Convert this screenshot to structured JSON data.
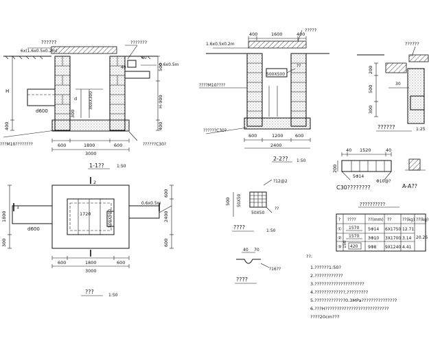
{
  "views": {
    "section_1": {
      "top_label_1": "??????",
      "top_label_2": "6x(1.6x0.5x0.2m)",
      "top_label_3": "???????",
      "top_label_4": "0.6x0.5m",
      "dim_h": "H",
      "dim_500": "500",
      "dim_h900": "H-900",
      "dim_400a": "400",
      "dim_400b": "400",
      "dim_300": "300",
      "dim_d": "d",
      "dim_40": "40",
      "dim_4": "40",
      "pipe": "d600",
      "mid_label": "300X300",
      "bottom_left": "???M10????????",
      "bottom_right": "??????C30?",
      "dims_bottom": [
        "600",
        "1800",
        "600"
      ],
      "dim_total": "3000",
      "title": "1-1??",
      "scale": "1:50"
    },
    "section_2": {
      "top_dims": [
        "400",
        "1600",
        "400"
      ],
      "top_label_1": "?????",
      "top_label_2": "1.6x0.5x0.2m",
      "mid_label_1": "??",
      "mid_label_2": "500X500",
      "left_label": "????M10????",
      "bottom_left": "??????C30?",
      "dims_bottom": [
        "600",
        "1200",
        "600"
      ],
      "dim_total": "2400",
      "title": "2-2??",
      "scale": "1:50"
    },
    "detail_top_right": {
      "label_1": "??????",
      "dim_200": "200",
      "dim_500": "500",
      "dim_300": "300",
      "dim_3": "30",
      "title": "??????",
      "scale": "1:25"
    },
    "beam_detail": {
      "dims_top": [
        "40",
        "1520",
        "40"
      ],
      "dim_200": "200",
      "label_1": "5Φ14",
      "label_2": "Φ10@?",
      "title_1": "C30????????",
      "title_2": "A-A??"
    },
    "plan": {
      "dim_1800": "1800",
      "dim_300": "300",
      "dim_600a": "600",
      "dim_2400": "2400",
      "dim_600b": "600",
      "dim_1720": "1720",
      "label_mid": "500X500",
      "pipe": "d600",
      "right_label": "0.6x0.5m",
      "section_mark": "1",
      "section_mark_2": "2",
      "dims_bottom": [
        "600",
        "1800",
        "600"
      ],
      "dim_total": "3000",
      "title": "???",
      "scale": "1:50"
    },
    "ladder_detail": {
      "top_label": "?12@2",
      "dim_500": "500",
      "dim_50": "50X50",
      "bottom_label": "50X50",
      "note": "??",
      "title": "????",
      "scale": "1:50"
    },
    "hook_detail": {
      "dim_40": "40",
      "dim_70": "70",
      "label": "?16??",
      "title": "????"
    },
    "rebar_table": {
      "title": "??????????",
      "headers": [
        "?",
        "????",
        "??(mm)",
        "??",
        "??(kg)",
        "??(kg)"
      ],
      "rows": [
        {
          "no": "①",
          "shape_dim": "1570",
          "dia": "5Φ14",
          "count_len": "6X1750",
          "weight": "12.71",
          "total": "20.26"
        },
        {
          "no": "②",
          "shape_dim": "1570",
          "dia": "3Φ10",
          "count_len": "3X1700",
          "weight": "3.14",
          "total": ""
        },
        {
          "no": "③",
          "shape_dim": "420",
          "dia": "9Φ8",
          "count_len": "9X1240",
          "weight": "4.41",
          "total": ""
        }
      ],
      "side_dim": "150"
    },
    "notes": {
      "heading": "??:",
      "items": [
        "1.??????1:50?",
        "2.????????????",
        "3.?????????????????????",
        "4.?????????????,?????????",
        "5.?????????????0.3MPa???????????????",
        "6.???H???????????????????????????",
        "   ????20cm???"
      ]
    }
  }
}
